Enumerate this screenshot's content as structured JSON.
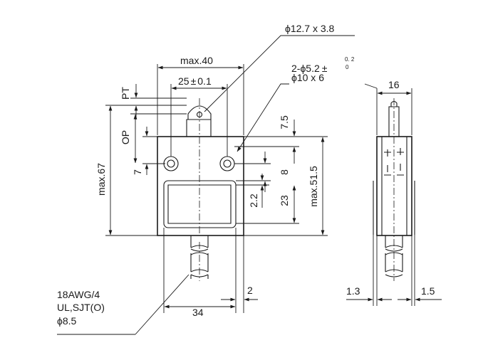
{
  "labels": {
    "roller": "ϕ12.7 x 3.8",
    "holes_main": "2-ϕ5.2",
    "holes_pm": "±",
    "holes_tol_upper": "0. 2",
    "holes_tol_lower": "0",
    "holes_counterbore": "ϕ10 x 6",
    "max40": "max.40",
    "pitch25": "25",
    "pitch25_pm": "±",
    "pitch25_tol": "0.1",
    "pt": "PT",
    "op": "OP",
    "seven_left": "7",
    "max67": "max.67",
    "seven_five": "7.5",
    "eight": "8",
    "two_two": "2.2",
    "twentythree": "23",
    "max51_5": "max.51.5",
    "sixteen": "16",
    "thirtyfour": "34",
    "two": "2",
    "one_three": "1.3",
    "one_five": "1.5",
    "cable_line1": "18AWG/4",
    "cable_line2": "UL,SJT(O)",
    "cable_line3": "ϕ8.5"
  }
}
